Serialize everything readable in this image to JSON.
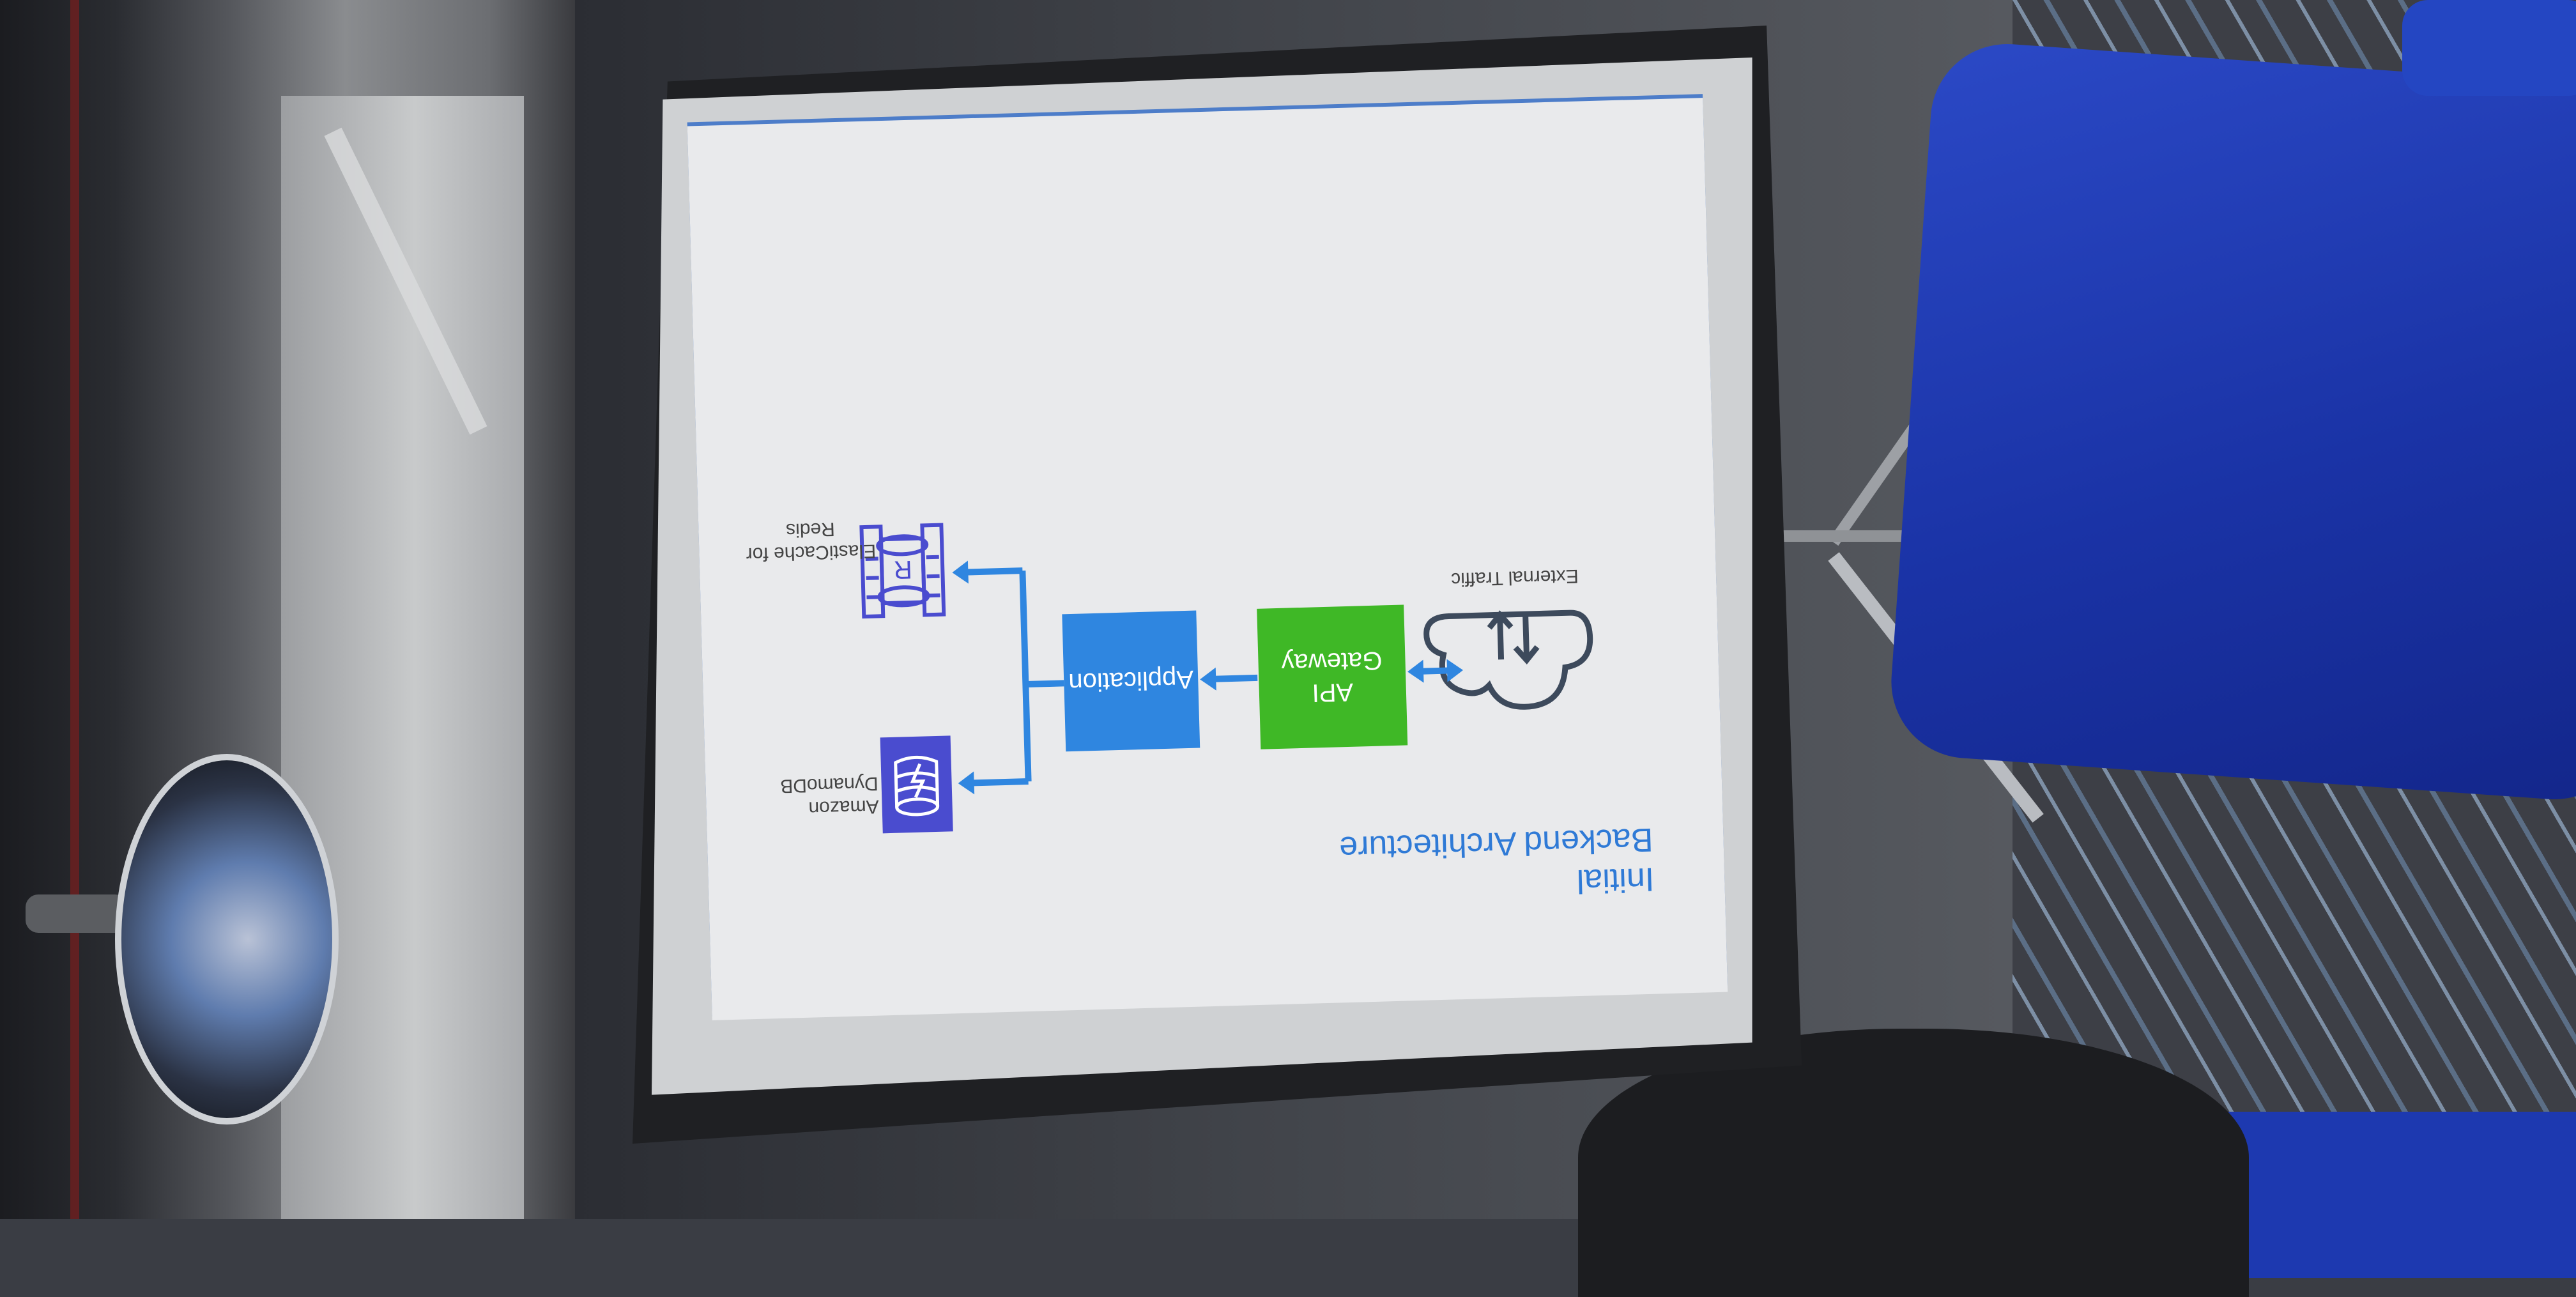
{
  "slide": {
    "title_line_1": "Initial",
    "title_line_2": "Backend Architecture",
    "nodes": {
      "external": "External Traffic",
      "api_gateway_1": "API",
      "api_gateway_2": "Gateway",
      "application": "Application",
      "dynamodb": "Amazon DynamoDB",
      "redis_1": "ElastiCache for",
      "redis_2": "Redis"
    }
  },
  "colors": {
    "title": "#2f7ad6",
    "api_gateway": "#3fb826",
    "application": "#2f86e0",
    "dynamodb": "#4a4ccf",
    "arrows": "#2f86e0"
  }
}
